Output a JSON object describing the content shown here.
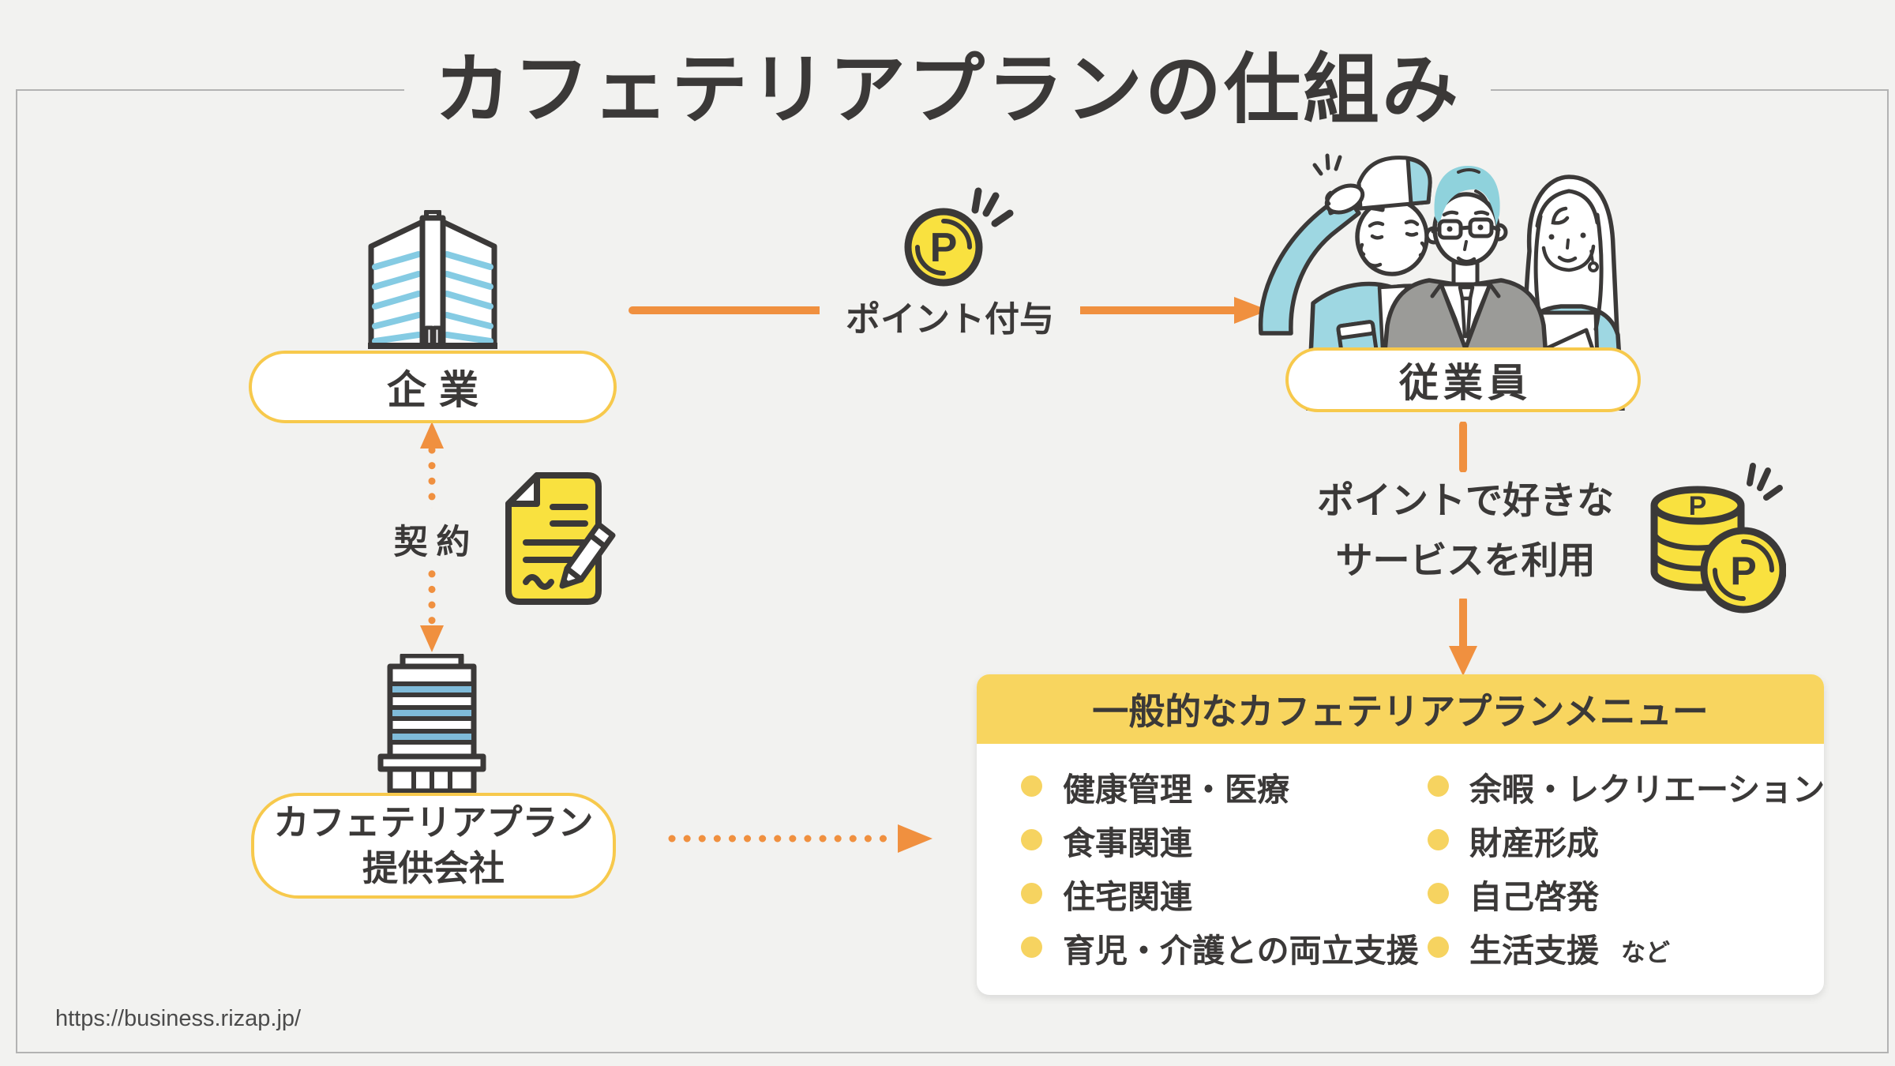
{
  "title": "カフェテリアプランの仕組み",
  "nodes": {
    "company": {
      "label": "企業"
    },
    "employees": {
      "label": "従業員"
    },
    "provider": {
      "label_line1": "カフェテリアプラン",
      "label_line2": "提供会社"
    }
  },
  "flows": {
    "points_grant": {
      "label": "ポイント付与"
    },
    "contract": {
      "label": "契約"
    },
    "use_points": {
      "line1": "ポイントで好きな",
      "line2": "サービスを利用"
    }
  },
  "menu": {
    "title": "一般的なカフェテリアプランメニュー",
    "columns": [
      {
        "items": [
          "健康管理・医療",
          "食事関連",
          "住宅関連",
          "育児・介護との両立支援"
        ]
      },
      {
        "items": [
          "余暇・レクリエーション",
          "財産形成",
          "自己啓発",
          "生活支援"
        ]
      }
    ],
    "etc_label": "など"
  },
  "footer": {
    "source_url": "https://business.rizap.jp/"
  },
  "icons": {
    "company_building": "office-building",
    "provider_building": "office-tower",
    "point_coin": "point-coin-sparkle",
    "coin_stack": "point-coin-stack-sparkle",
    "contract_document": "document-with-pencil",
    "employees_illustration": "worker-businessman-businesswoman"
  },
  "colors": {
    "background": "#F2F2F0",
    "frame_border": "#B3B3B3",
    "text_dark": "#3B3938",
    "accent_orange": "#F0903F",
    "pill_border_yellow": "#F7C94C",
    "menu_header_yellow": "#F8D55F",
    "bullet_yellow": "#F6D360",
    "icon_yellow": "#F9E13F",
    "teal": "#9ED7E2",
    "suit_gray": "#9B9B98"
  }
}
